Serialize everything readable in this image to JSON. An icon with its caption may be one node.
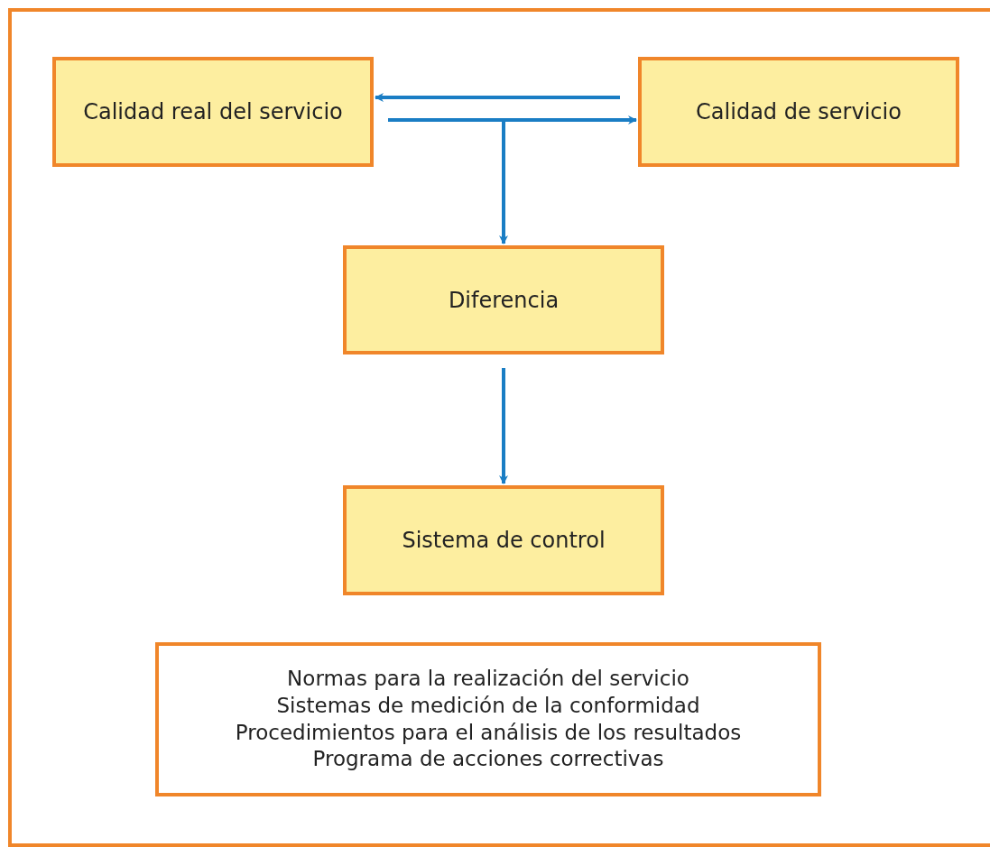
{
  "diagram": {
    "nodes": [
      {
        "text": [
          "Calidad real del servicio"
        ]
      },
      {
        "text": [
          "Calidad de servicio"
        ]
      },
      {
        "text": [
          "Diferencia"
        ]
      },
      {
        "text": [
          "Sistema de control"
        ]
      },
      {
        "text": [
          "Normas para la realización del servicio",
          "Sistemas de medición de la conformidad",
          "Procedimientos para el análisis de los resultados",
          "Programa de acciones correctivas"
        ]
      }
    ],
    "edges": [
      {
        "from": 1,
        "to": 0,
        "arrow": "to"
      },
      {
        "from": 0,
        "to": 1,
        "arrow": "to"
      },
      {
        "from": 0,
        "to": 2,
        "arrow": "to"
      },
      {
        "from": 2,
        "to": 3,
        "arrow": "to"
      }
    ]
  }
}
